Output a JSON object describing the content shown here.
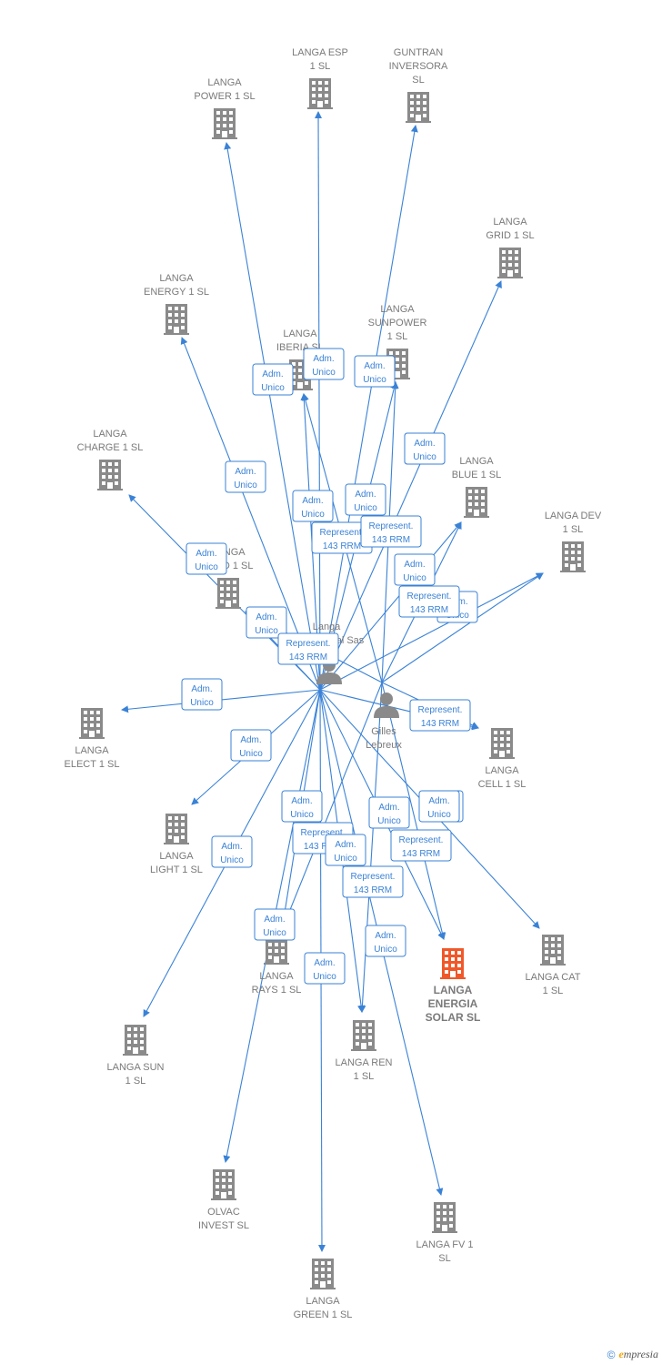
{
  "colors": {
    "edge": "#3a82d6",
    "building": "#8a8a8a",
    "focus_building": "#f0582a",
    "person": "#8a8a8a"
  },
  "persons": [
    {
      "id": "sas",
      "lines": [
        "Langa",
        "International Sas"
      ]
    },
    {
      "id": "gilles",
      "lines": [
        "Gilles",
        "Lebreux"
      ]
    }
  ],
  "companies": [
    {
      "id": "esp",
      "lines": [
        "LANGA ESP",
        "1  SL"
      ]
    },
    {
      "id": "guntran",
      "lines": [
        "GUNTRAN",
        "INVERSORA",
        "SL"
      ]
    },
    {
      "id": "power",
      "lines": [
        "LANGA",
        "POWER 1  SL"
      ]
    },
    {
      "id": "grid",
      "lines": [
        "LANGA",
        "GRID 1  SL"
      ]
    },
    {
      "id": "energy",
      "lines": [
        "LANGA",
        "ENERGY 1  SL"
      ]
    },
    {
      "id": "sunpower",
      "lines": [
        "LANGA",
        "SUNPOWER",
        "1  SL"
      ]
    },
    {
      "id": "iberia",
      "lines": [
        "LANGA",
        "IBERIA  SL"
      ]
    },
    {
      "id": "charge",
      "lines": [
        "LANGA",
        "CHARGE 1  SL"
      ]
    },
    {
      "id": "blue",
      "lines": [
        "LANGA",
        "BLUE 1  SL"
      ]
    },
    {
      "id": "dev",
      "lines": [
        "LANGA DEV",
        "1  SL"
      ]
    },
    {
      "id": "wind",
      "lines": [
        "LANGA",
        "WIND 1  SL"
      ]
    },
    {
      "id": "elect",
      "lines": [
        "LANGA",
        "ELECT 1  SL"
      ]
    },
    {
      "id": "cell",
      "lines": [
        "LANGA",
        "CELL 1  SL"
      ]
    },
    {
      "id": "light",
      "lines": [
        "LANGA",
        "LIGHT 1  SL"
      ]
    },
    {
      "id": "rays",
      "lines": [
        "LANGA",
        "RAYS 1  SL"
      ]
    },
    {
      "id": "solar",
      "lines": [
        "LANGA",
        "ENERGIA",
        "SOLAR  SL"
      ],
      "focus": true
    },
    {
      "id": "cat",
      "lines": [
        "LANGA CAT",
        "1  SL"
      ]
    },
    {
      "id": "sun",
      "lines": [
        "LANGA SUN",
        "1  SL"
      ]
    },
    {
      "id": "ren",
      "lines": [
        "LANGA REN",
        "1  SL"
      ]
    },
    {
      "id": "olvac",
      "lines": [
        "OLVAC",
        "INVEST  SL"
      ]
    },
    {
      "id": "fv",
      "lines": [
        "LANGA FV 1",
        "SL"
      ]
    },
    {
      "id": "green",
      "lines": [
        "LANGA",
        "GREEN 1  SL"
      ]
    }
  ],
  "relations": [
    {
      "from": "sas",
      "to": "power",
      "lines": [
        "Adm.",
        "Unico"
      ]
    },
    {
      "from": "sas",
      "to": "esp",
      "lines": [
        "Adm.",
        "Unico"
      ]
    },
    {
      "from": "sas",
      "to": "guntran",
      "lines": [
        "Adm.",
        "Unico"
      ]
    },
    {
      "from": "sas",
      "to": "energy",
      "lines": [
        "Adm.",
        "Unico"
      ]
    },
    {
      "from": "sas",
      "to": "iberia",
      "lines": [
        "Adm.",
        "Unico"
      ]
    },
    {
      "from": "sas",
      "to": "sunpower",
      "lines": [
        "Represent.",
        "143 RRM"
      ]
    },
    {
      "from": "sas",
      "to": "grid",
      "lines": [
        "Adm.",
        "Unico"
      ]
    },
    {
      "from": "sas",
      "to": "blue",
      "lines": [
        "Represent.",
        "143 RRM"
      ]
    },
    {
      "from": "sas",
      "to": "dev",
      "lines": [
        "Adm.",
        "Unico"
      ]
    },
    {
      "from": "sas",
      "to": "charge",
      "lines": [
        "Adm.",
        "Unico"
      ]
    },
    {
      "from": "sas",
      "to": "wind",
      "lines": [
        "Adm.",
        "Unico"
      ]
    },
    {
      "from": "sas",
      "to": "elect",
      "lines": [
        "Adm.",
        "Unico"
      ]
    },
    {
      "from": "sas",
      "to": "light",
      "lines": [
        "Adm.",
        "Unico"
      ]
    },
    {
      "from": "sas",
      "to": "rays",
      "lines": [
        "Represent.",
        "143 RRM"
      ]
    },
    {
      "from": "sas",
      "to": "sun",
      "lines": [
        "Adm.",
        "Unico"
      ]
    },
    {
      "from": "sas",
      "to": "ren",
      "lines": [
        "Represent.",
        "143 RRM"
      ]
    },
    {
      "from": "sas",
      "to": "solar",
      "lines": [
        "Adm.",
        "Unico"
      ]
    },
    {
      "from": "sas",
      "to": "cat",
      "lines": [
        "Adm.",
        "Unico"
      ]
    },
    {
      "from": "sas",
      "to": "cell",
      "lines": [
        "Adm.",
        "Unico"
      ]
    },
    {
      "from": "sas",
      "to": "olvac",
      "lines": [
        "Adm.",
        "Unico"
      ]
    },
    {
      "from": "sas",
      "to": "green",
      "lines": [
        "Adm.",
        "Unico"
      ]
    },
    {
      "from": "sas",
      "to": "fv",
      "lines": [
        "Adm.",
        "Unico"
      ]
    },
    {
      "from": "gilles",
      "to": "iberia",
      "lines": [
        "Adm.",
        "Unico"
      ]
    },
    {
      "from": "gilles",
      "to": "sunpower",
      "lines": [
        "Adm.",
        "Unico"
      ]
    },
    {
      "from": "gilles",
      "to": "blue",
      "lines": [
        "Adm.",
        "Unico"
      ]
    },
    {
      "from": "gilles",
      "to": "dev",
      "lines": [
        "Represent.",
        "143 RRM"
      ]
    },
    {
      "from": "gilles",
      "to": "cell",
      "lines": [
        "Represent.",
        "143 RRM"
      ]
    },
    {
      "from": "gilles",
      "to": "rays",
      "lines": [
        "Adm.",
        "Unico"
      ]
    },
    {
      "from": "gilles",
      "to": "ren",
      "lines": [
        "Adm.",
        "Unico"
      ]
    },
    {
      "from": "gilles",
      "to": "solar",
      "lines": [
        "Represent.",
        "143 RRM"
      ]
    },
    {
      "from": "gilles",
      "to": "wind",
      "lines": [
        "Represent.",
        "143 RRM"
      ]
    }
  ],
  "footer": {
    "copyright": "©",
    "brand_initial": "e",
    "brand_rest": "mpresia"
  }
}
